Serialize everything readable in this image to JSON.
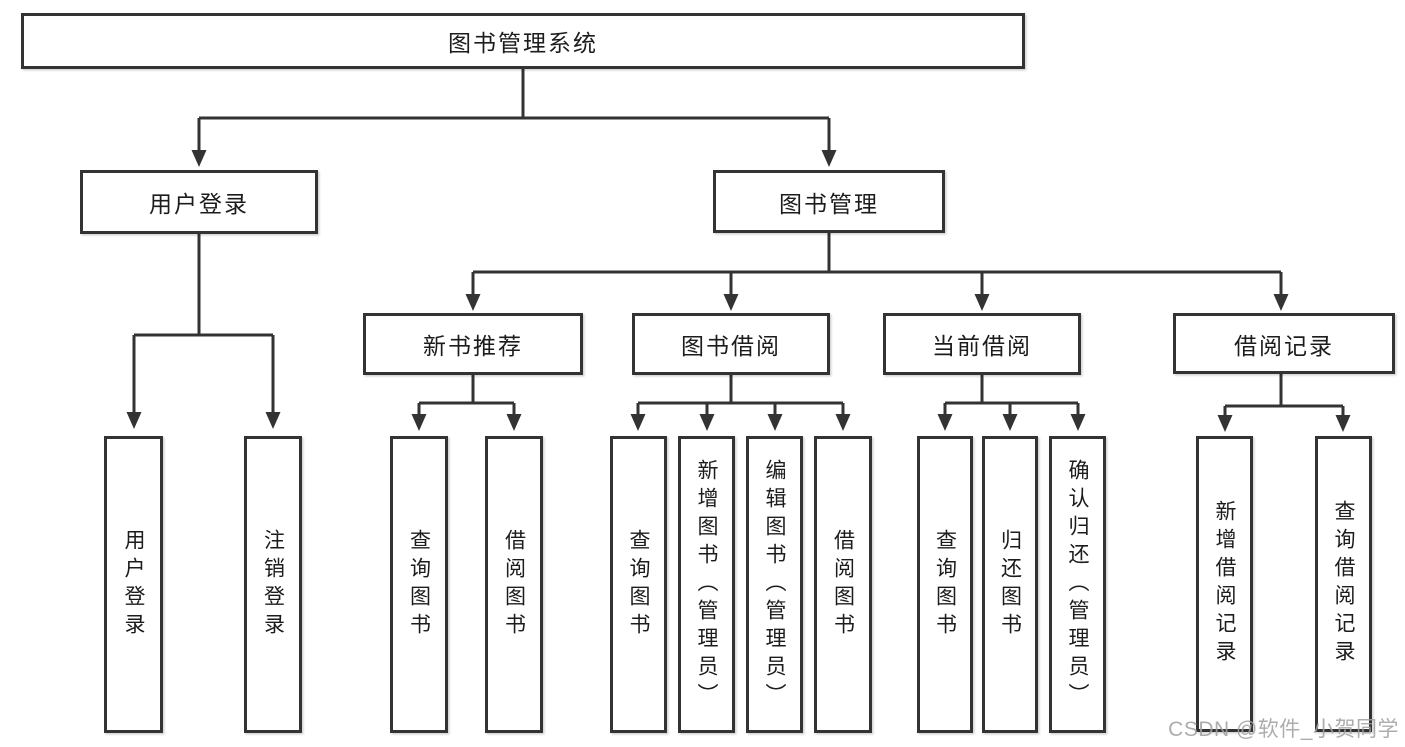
{
  "tree": {
    "root": "图书管理系统",
    "branches": [
      {
        "label": "用户登录",
        "children": [
          {
            "label": "用户登录"
          },
          {
            "label": "注销登录"
          }
        ]
      },
      {
        "label": "图书管理",
        "sections": [
          {
            "label": "新书推荐",
            "children": [
              {
                "label": "查询图书"
              },
              {
                "label": "借阅图书"
              }
            ]
          },
          {
            "label": "图书借阅",
            "children": [
              {
                "label": "查询图书"
              },
              {
                "label": "新增图书（管理员）"
              },
              {
                "label": "编辑图书（管理员）"
              },
              {
                "label": "借阅图书"
              }
            ]
          },
          {
            "label": "当前借阅",
            "children": [
              {
                "label": "查询图书"
              },
              {
                "label": "归还图书"
              },
              {
                "label": "确认归还（管理员）"
              }
            ]
          },
          {
            "label": "借阅记录",
            "children": [
              {
                "label": "新增借阅记录"
              },
              {
                "label": "查询借阅记录"
              }
            ]
          }
        ]
      }
    ]
  },
  "watermark": {
    "text": "CSDN @软件_小贺同学"
  },
  "colors": {
    "line": "#333333",
    "text": "#1c1c1c",
    "background": "#ffffff",
    "watermark": "#a2a2a2"
  }
}
